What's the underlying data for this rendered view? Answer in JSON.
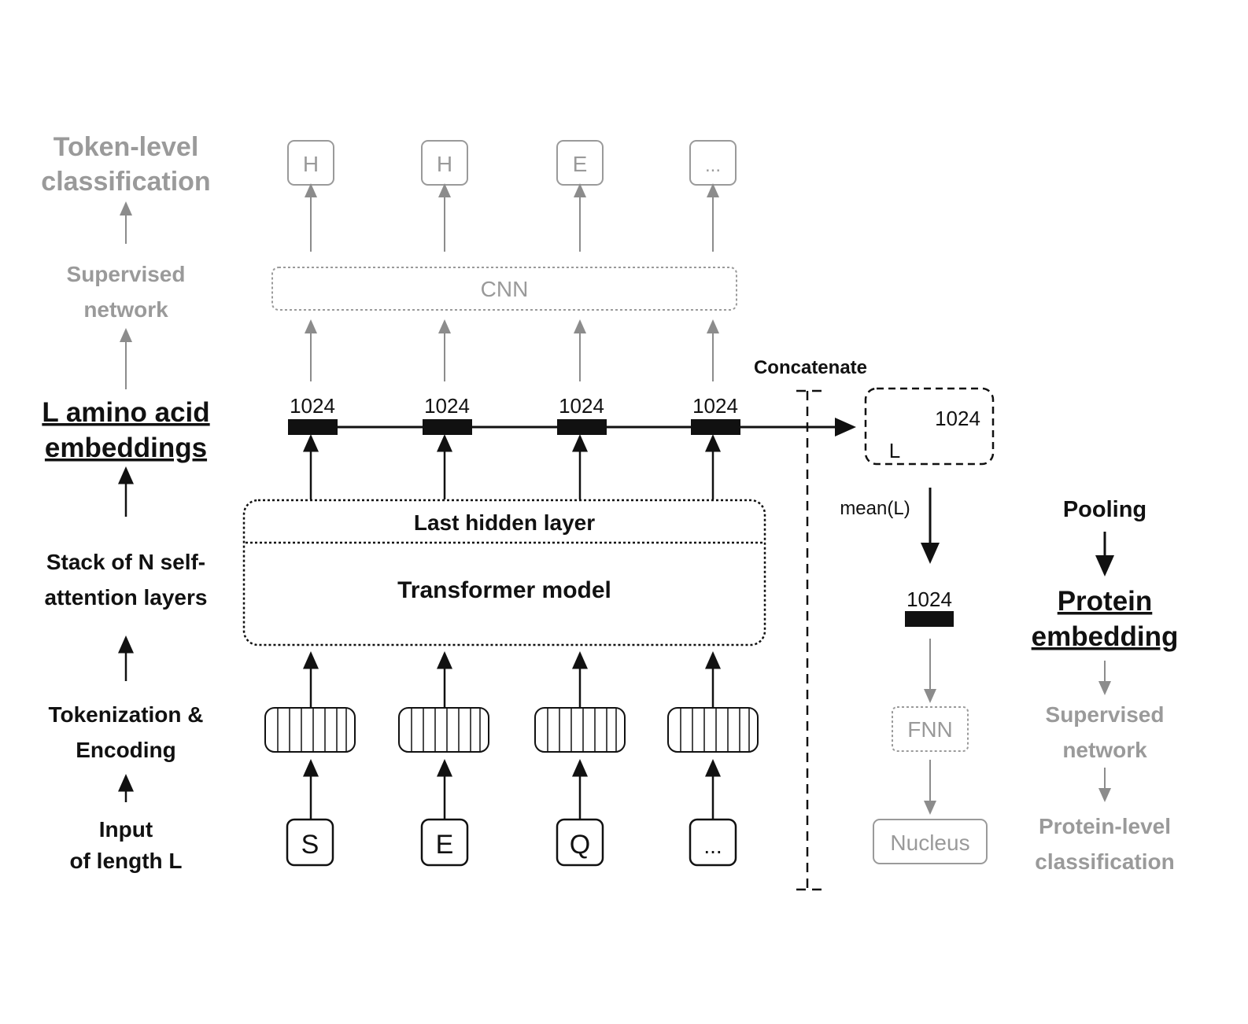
{
  "left_labels": {
    "token_level": [
      "Token-level",
      "classification"
    ],
    "supervised": [
      "Supervised",
      "network"
    ],
    "embeddings": [
      "L amino acid",
      "embeddings"
    ],
    "stack": [
      "Stack of N self-",
      "attention layers"
    ],
    "tokenization": [
      "Tokenization &",
      "Encoding"
    ],
    "input": [
      "Input",
      "of length L"
    ]
  },
  "outputs": [
    "H",
    "H",
    "E",
    "..."
  ],
  "inputs": [
    "S",
    "E",
    "Q",
    "..."
  ],
  "cnn_label": "CNN",
  "embedding_dim": "1024",
  "last_hidden_label": "Last hidden layer",
  "transformer_label": "Transformer model",
  "concatenate_label": "Concatenate",
  "matrix": {
    "dim": "1024",
    "rows": "L"
  },
  "mean_label": "mean(L)",
  "pooled_dim": "1024",
  "fnn_label": "FNN",
  "nucleus_label": "Nucleus",
  "right_labels": {
    "pooling": "Pooling",
    "protein_embedding": [
      "Protein",
      "embedding"
    ],
    "supervised": [
      "Supervised",
      "network"
    ],
    "protein_level": [
      "Protein-level",
      "classification"
    ]
  },
  "colors": {
    "dark": "#111111",
    "gray": "#9a9a9a"
  }
}
